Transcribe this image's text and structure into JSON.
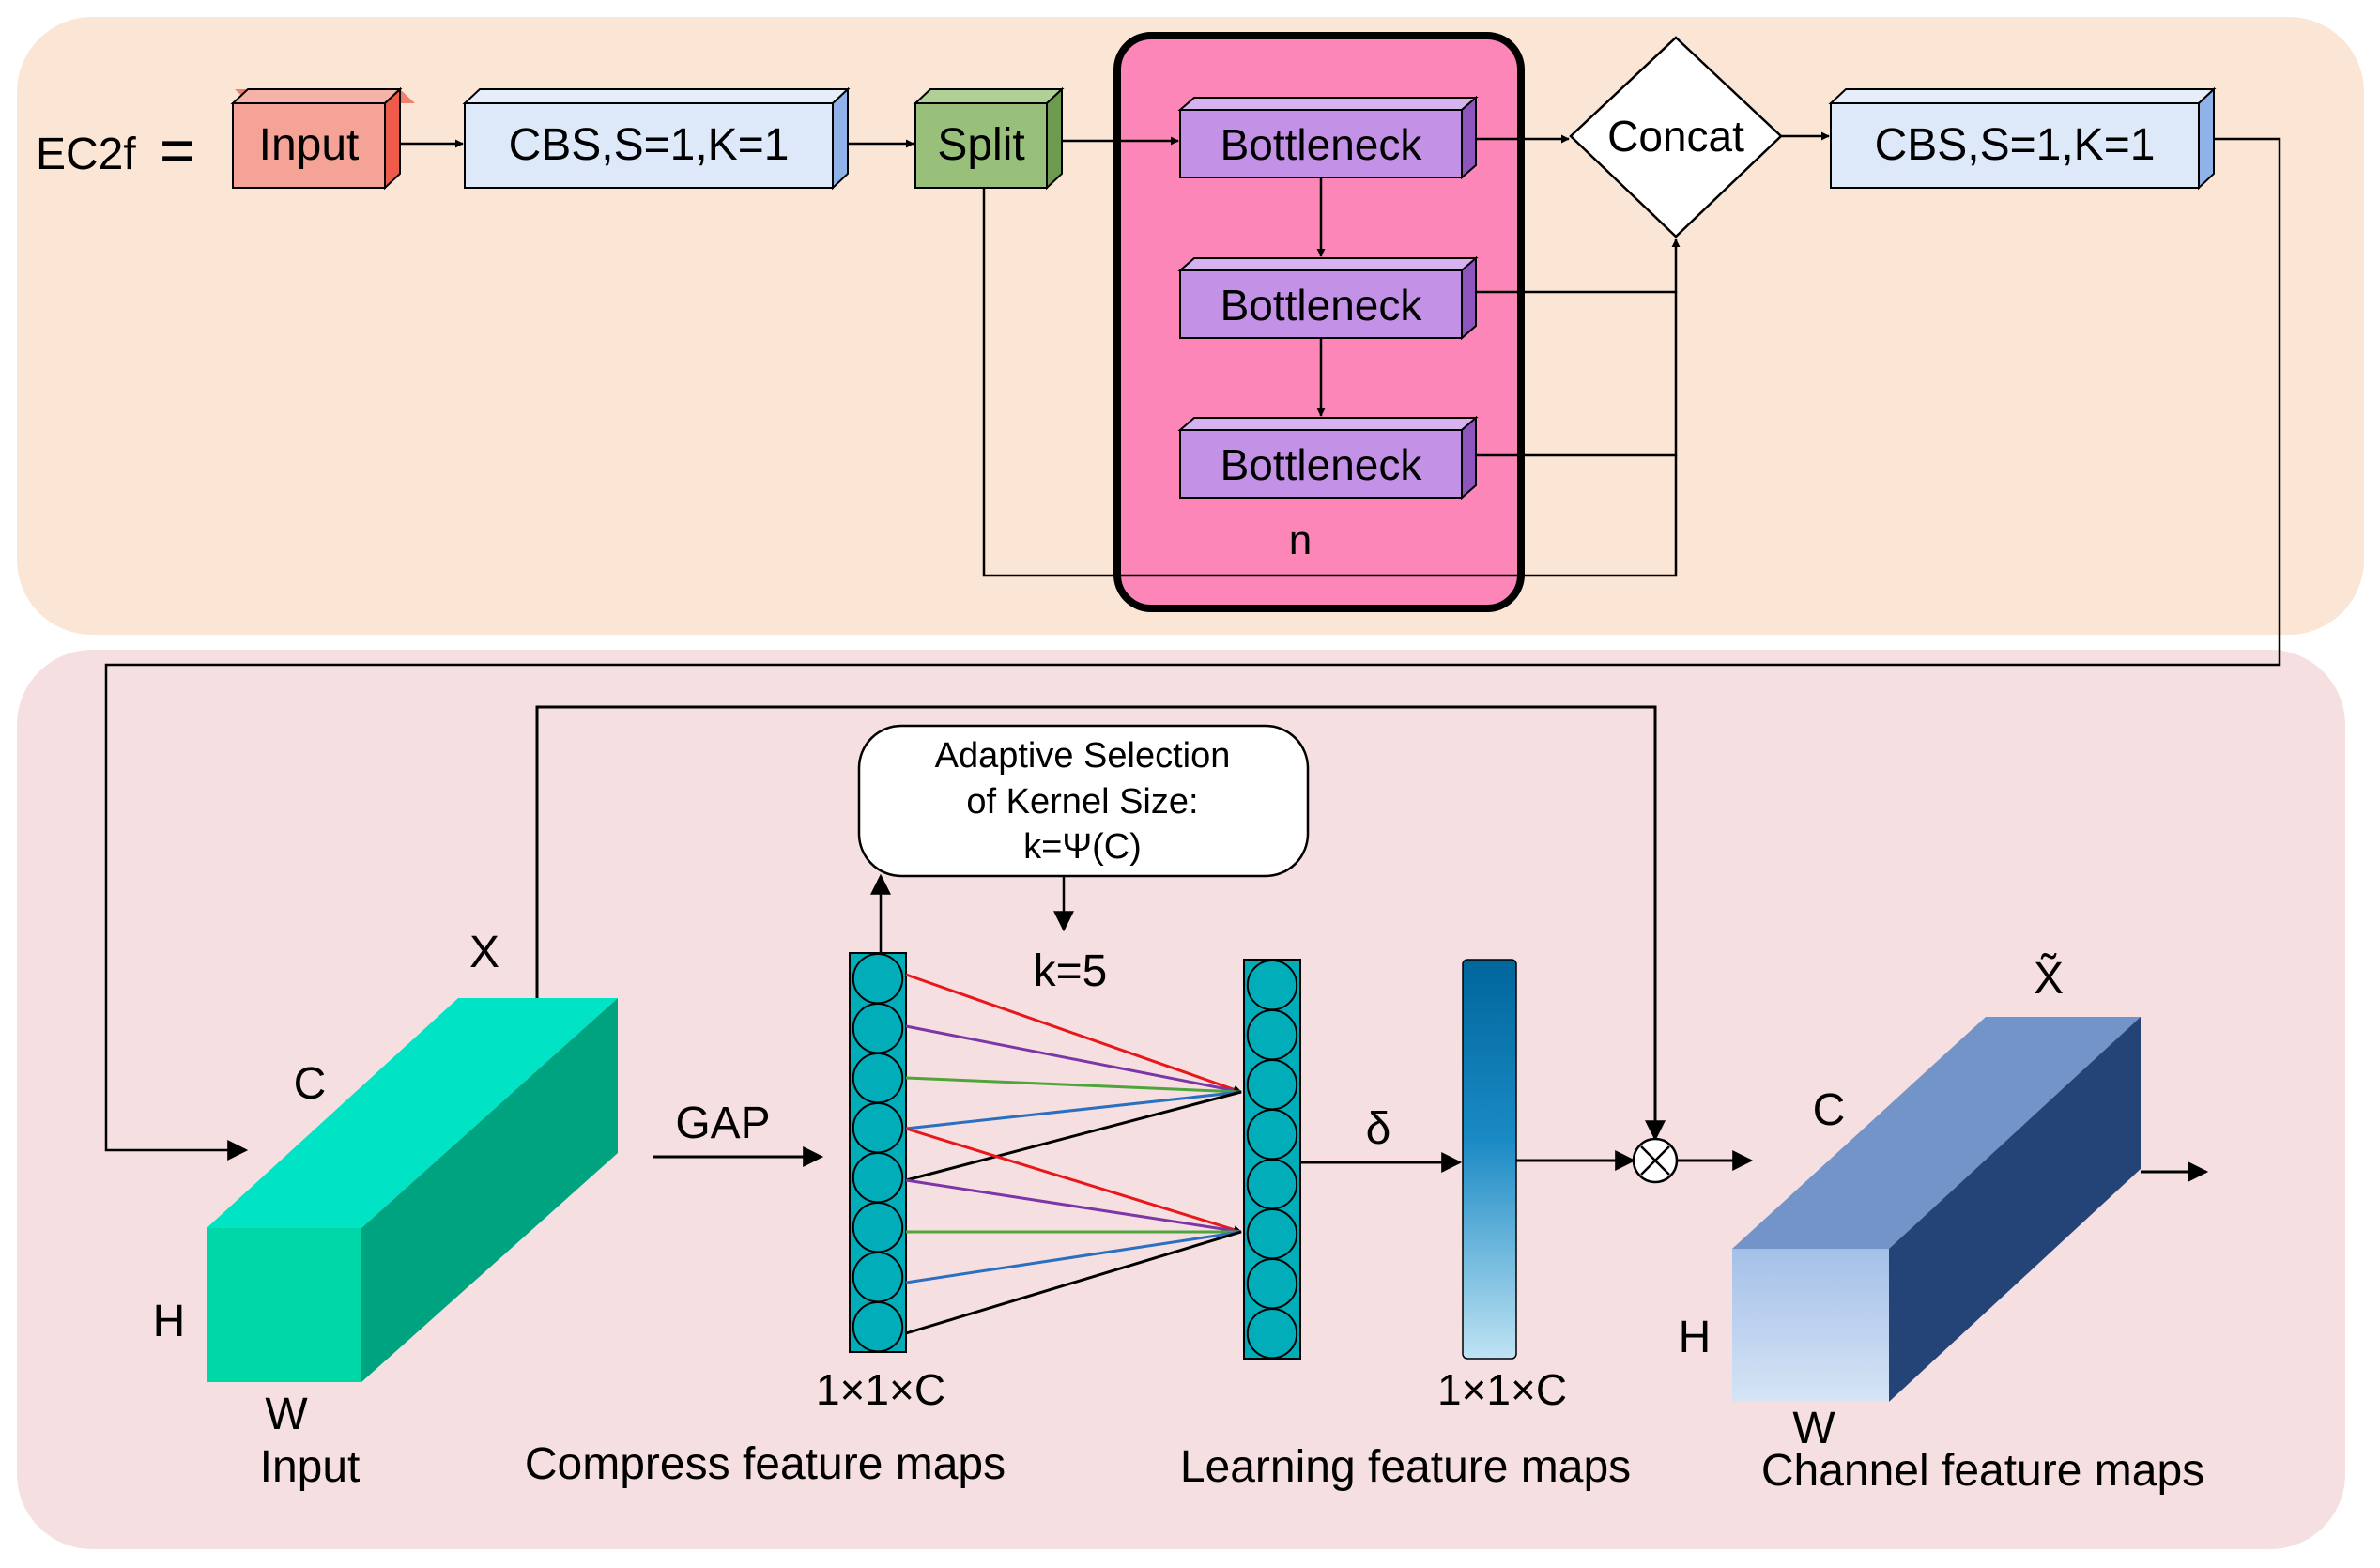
{
  "top": {
    "prefix": "EC2f",
    "equals_sign": "=",
    "input_label": "Input",
    "cbs_label": "CBS,S=1,K=1",
    "split_label": "Split",
    "bottlenecks": [
      "Bottleneck",
      "Bottleneck",
      "Bottleneck"
    ],
    "n_label": "n",
    "concat_label": "Concat",
    "cbs_out_label": "CBS,S=1,K=1"
  },
  "bottom": {
    "x_label": "X",
    "c_label": "C",
    "h_label": "H",
    "w_label": "W",
    "input_caption": "Input",
    "gap_label": "GAP",
    "adaptive_line1": "Adaptive Selection",
    "adaptive_line2": "of Kernel Size:",
    "adaptive_line3": "k=Ψ(C)",
    "k_label": "k=5",
    "compress_dims": "1×1×C",
    "compress_caption": "Compress feature maps",
    "learning_caption": "Learning feature maps",
    "delta_label": "δ",
    "learning_dims": "1×1×C",
    "multiply_symbol": "×",
    "xtilde_label": "X̃",
    "out_c_label": "C",
    "out_h_label": "H",
    "out_w_label": "W",
    "output_caption": "Channel feature maps"
  },
  "colors": {
    "top_panel": "#fbe5d4",
    "bottom_panel": "#f5dfe0",
    "input_block": "#f4a396",
    "cbs_block": "#dde9f8",
    "split_block": "#98c07a",
    "bottleneck_block": "#c392e6",
    "bottleneck_group": "#fb86b7",
    "input_cuboid": "#00dfc0",
    "circle_fill": "#00adb9",
    "output_cuboid": "#7294c8",
    "red_line": "#e8171a",
    "purple_line": "#7d36a8",
    "green_line": "#4fa43c",
    "blue_line": "#2a6fc0"
  }
}
